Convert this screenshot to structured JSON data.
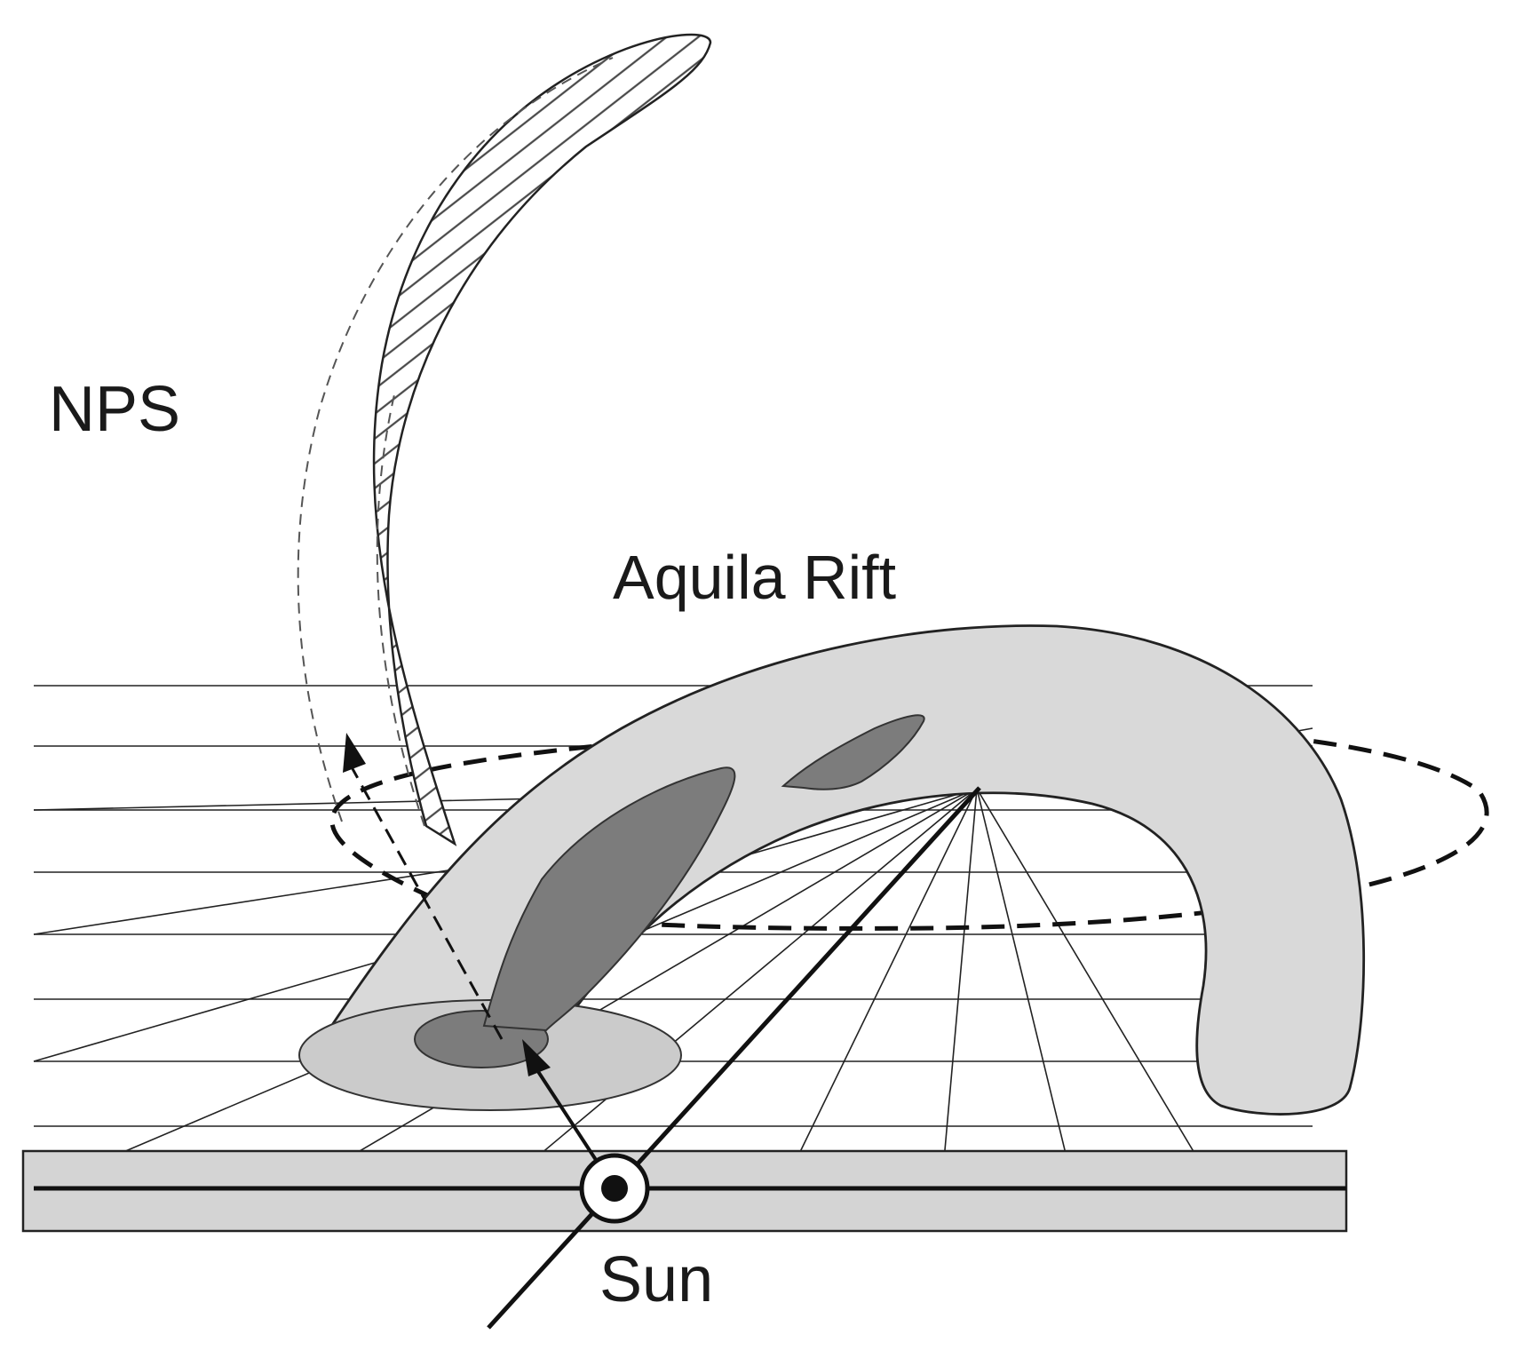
{
  "labels": {
    "nps": "NPS",
    "aquila_rift": "Aquila Rift",
    "sun": "Sun"
  },
  "colors": {
    "background": "#ffffff",
    "ink": "#1a1a1a",
    "rift_fill": "#d9d9d9",
    "rift_dense": "#7c7c7c",
    "base_plate": "#d4d4d4",
    "footprint": "#cbcbcb"
  },
  "icons": {
    "sun_marker": "circled-dot-icon"
  }
}
